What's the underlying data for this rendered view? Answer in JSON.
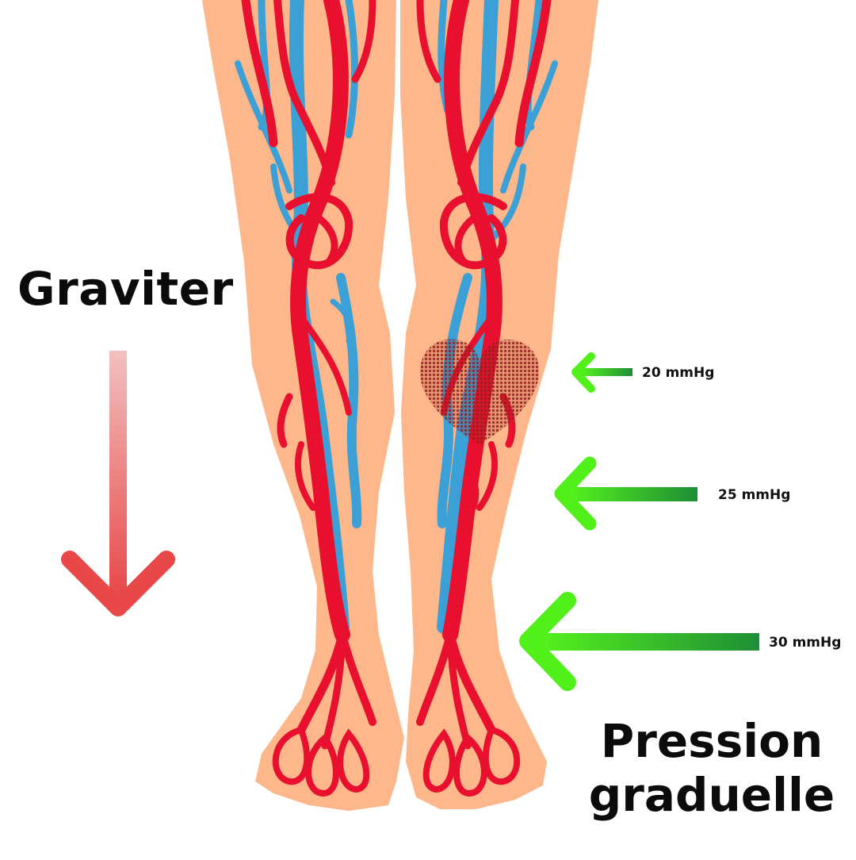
{
  "labels": {
    "gravity": "Graviter",
    "pressure_line1": "Pression",
    "pressure_line2": "graduelle"
  },
  "pressures": [
    {
      "value": "20 mmHg"
    },
    {
      "value": "25 mmHg"
    },
    {
      "value": "30 mmHg"
    }
  ],
  "colors": {
    "skin": "#fdb78a",
    "artery": "#e8102e",
    "vein": "#3aa0d6",
    "gravity_arrow": "#e84848",
    "pressure_arrow": "#52f01a",
    "pressure_arrow_dark": "#1e8e36",
    "heart_pattern": "#a02424"
  },
  "icons": {
    "gravity": "arrow-down-icon",
    "pressure": "arrow-left-icon",
    "pump": "heart-icon"
  }
}
